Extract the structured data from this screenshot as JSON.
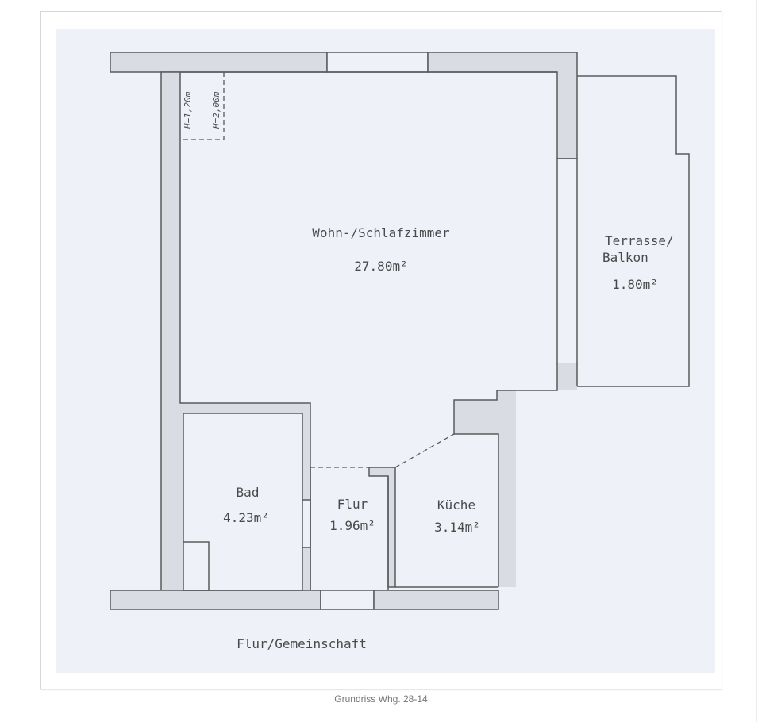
{
  "caption": "Grundriss Whg. 28-14",
  "colors": {
    "page_background": "#ffffff",
    "plan_background": "#eef1f8",
    "wall_fill": "#d9dce3",
    "line": "#5a5a5a",
    "text": "#4a4a4a"
  },
  "rooms": [
    {
      "name": "Wohn-/Schlafzimmer",
      "area": "27.80m²"
    },
    {
      "name": "Terrasse/",
      "name_line2": "Balkon",
      "area": "1.80m²"
    },
    {
      "name": "Bad",
      "area": "4.23m²"
    },
    {
      "name": "Flur",
      "area": "1.96m²"
    },
    {
      "name": "Küche",
      "area": "3.14m²"
    }
  ],
  "corridor_label": "Flur/Gemeinschaft",
  "height_marks": [
    "H=1,20m",
    "H=2,00m"
  ]
}
